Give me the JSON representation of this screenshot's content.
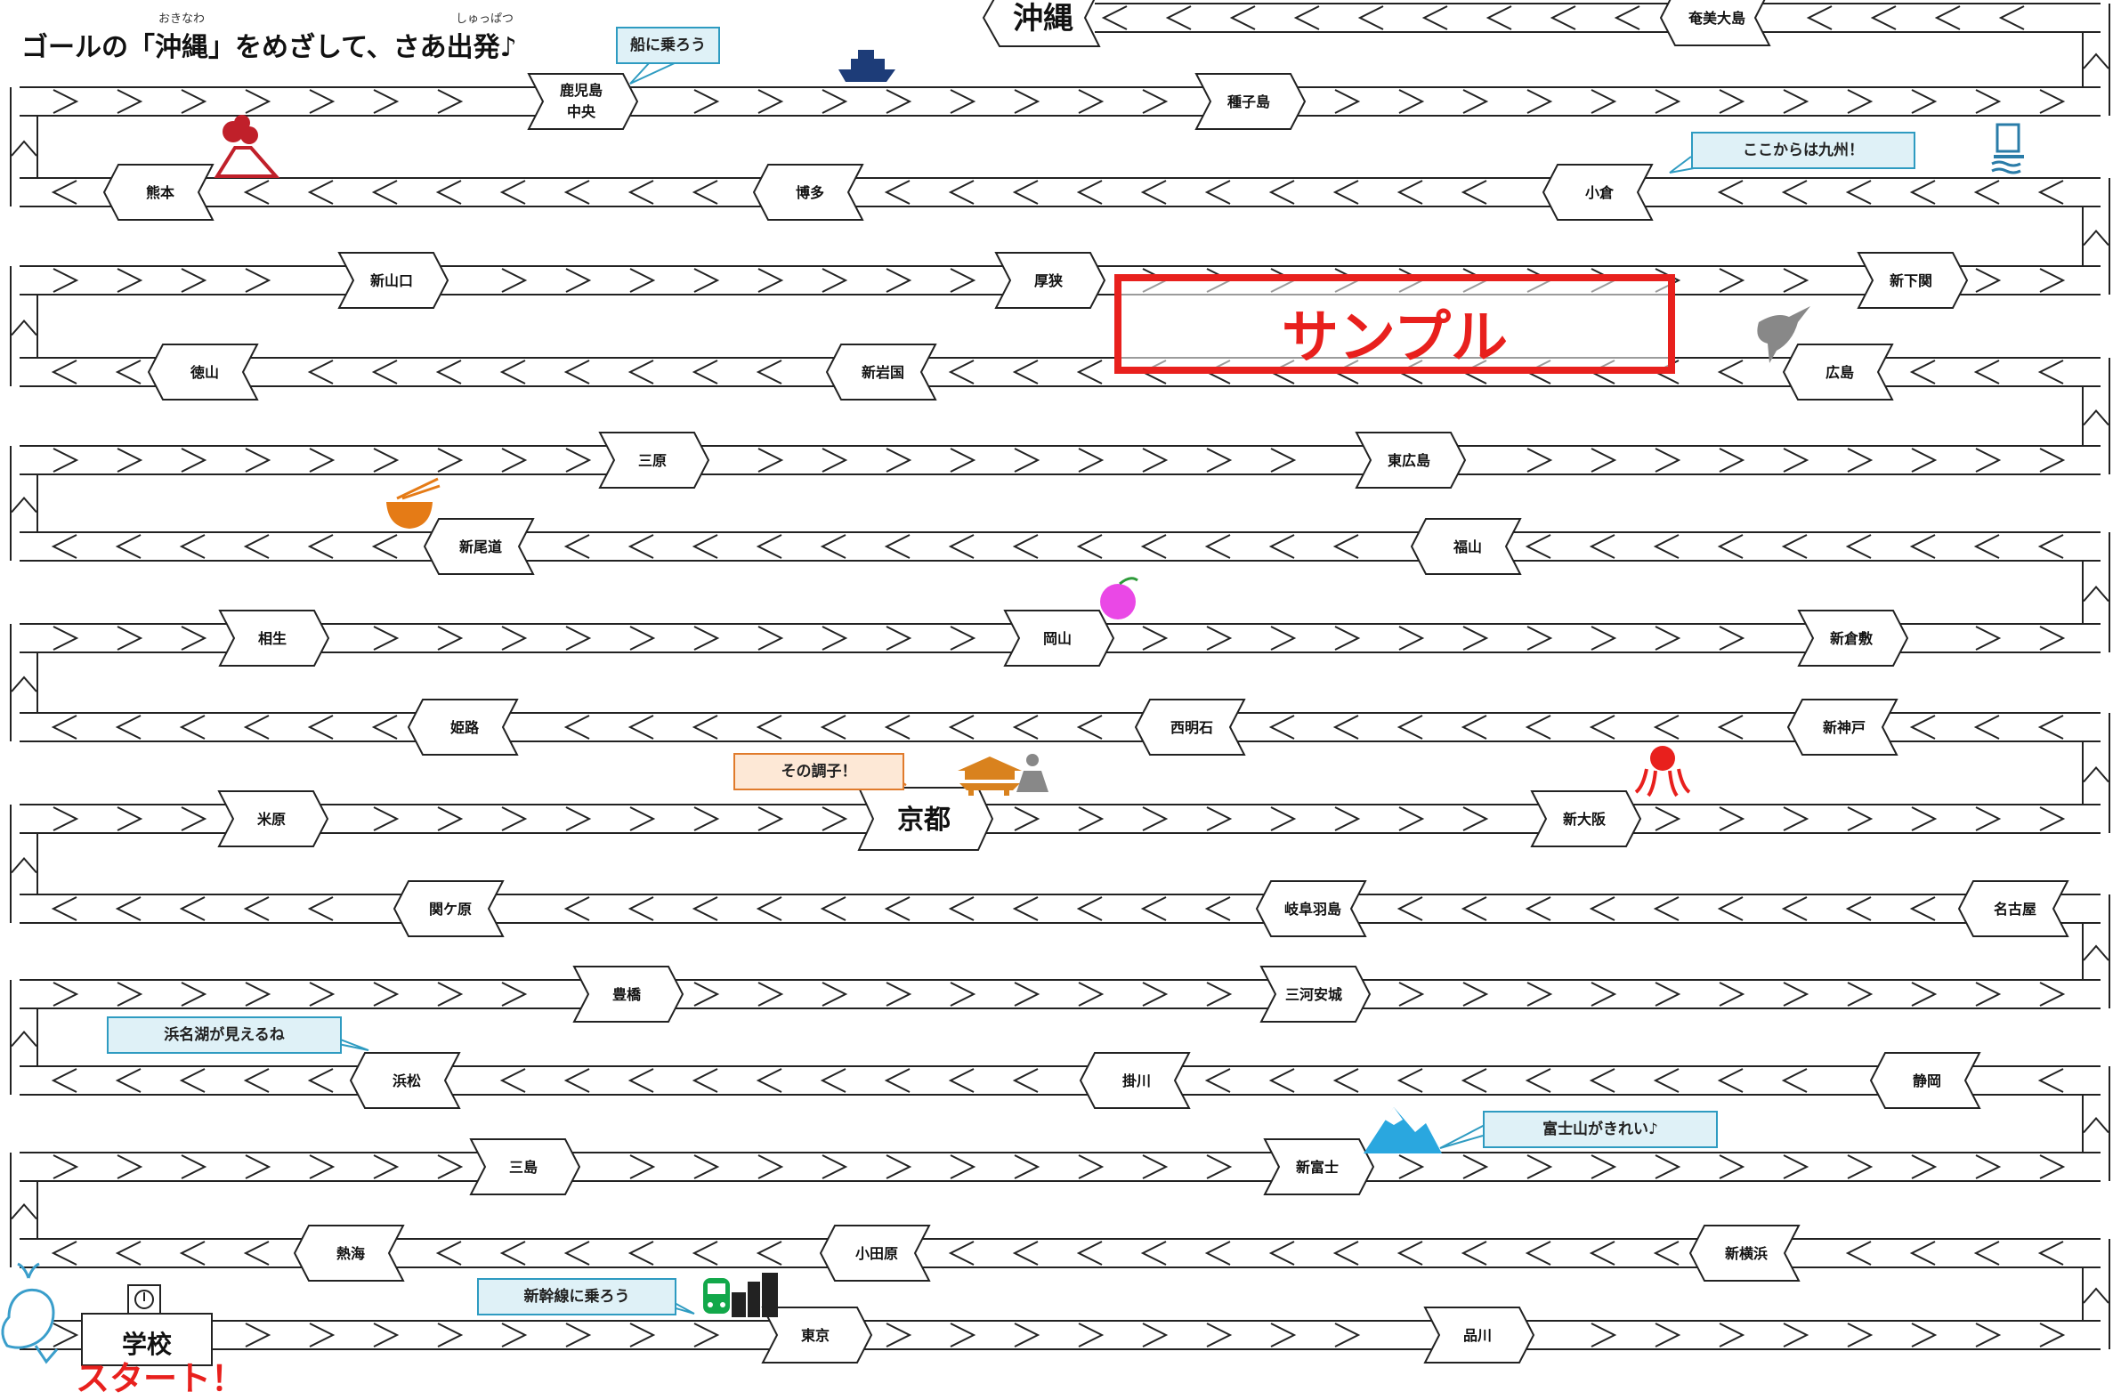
{
  "heading": {
    "text": "ゴールの「沖縄」をめざして、さあ出発♪",
    "ruby_okinawa": "おきなわ",
    "ruby_shuppatsu": "しゅっぱつ"
  },
  "goal_label": "沖縄",
  "start": {
    "school_label": "学校",
    "start_label": "スタート！"
  },
  "watermark": "サンプル",
  "colors": {
    "line": "#222222",
    "accent_red": "#e8201d",
    "bubble_blue": "#2e9bc1",
    "bubble_orange": "#e07b2c"
  },
  "rows": [
    {
      "direction": "right",
      "stations": [
        {
          "name": "東京",
          "size": "normal"
        },
        {
          "name": "品川",
          "size": "normal"
        }
      ]
    },
    {
      "direction": "left",
      "stations": [
        {
          "name": "熱海",
          "size": "normal"
        },
        {
          "name": "小田原",
          "size": "normal"
        },
        {
          "name": "新横浜",
          "size": "normal"
        }
      ]
    },
    {
      "direction": "right",
      "stations": [
        {
          "name": "三島",
          "size": "normal"
        },
        {
          "name": "新富士",
          "size": "normal"
        }
      ]
    },
    {
      "direction": "left",
      "stations": [
        {
          "name": "浜松",
          "size": "normal"
        },
        {
          "name": "掛川",
          "size": "normal"
        },
        {
          "name": "静岡",
          "size": "normal"
        }
      ]
    },
    {
      "direction": "right",
      "stations": [
        {
          "name": "豊橋",
          "size": "normal"
        },
        {
          "name": "三河安城",
          "size": "normal"
        }
      ]
    },
    {
      "direction": "left",
      "stations": [
        {
          "name": "関ケ原",
          "size": "normal"
        },
        {
          "name": "岐阜羽島",
          "size": "normal"
        },
        {
          "name": "名古屋",
          "size": "normal"
        }
      ]
    },
    {
      "direction": "right",
      "stations": [
        {
          "name": "米原",
          "size": "normal"
        },
        {
          "name": "京都",
          "size": "big"
        },
        {
          "name": "新大阪",
          "size": "normal"
        }
      ]
    },
    {
      "direction": "left",
      "stations": [
        {
          "name": "姫路",
          "size": "normal"
        },
        {
          "name": "西明石",
          "size": "normal"
        },
        {
          "name": "新神戸",
          "size": "normal"
        }
      ]
    },
    {
      "direction": "right",
      "stations": [
        {
          "name": "相生",
          "size": "normal"
        },
        {
          "name": "岡山",
          "size": "normal"
        },
        {
          "name": "新倉敷",
          "size": "normal"
        }
      ]
    },
    {
      "direction": "left",
      "stations": [
        {
          "name": "新尾道",
          "size": "normal"
        },
        {
          "name": "福山",
          "size": "normal"
        }
      ]
    },
    {
      "direction": "right",
      "stations": [
        {
          "name": "三原",
          "size": "normal"
        },
        {
          "name": "東広島",
          "size": "normal"
        }
      ]
    },
    {
      "direction": "left",
      "stations": [
        {
          "name": "徳山",
          "size": "normal"
        },
        {
          "name": "新岩国",
          "size": "normal"
        },
        {
          "name": "広島",
          "size": "normal"
        }
      ]
    },
    {
      "direction": "right",
      "stations": [
        {
          "name": "新山口",
          "size": "normal"
        },
        {
          "name": "厚狭",
          "size": "normal"
        },
        {
          "name": "新下関",
          "size": "normal"
        }
      ]
    },
    {
      "direction": "left",
      "stations": [
        {
          "name": "熊本",
          "size": "normal"
        },
        {
          "name": "博多",
          "size": "normal"
        },
        {
          "name": "小倉",
          "size": "normal"
        }
      ]
    },
    {
      "direction": "right",
      "stations": [
        {
          "name": "鹿児島\n中央",
          "size": "normal"
        },
        {
          "name": "種子島",
          "size": "normal"
        }
      ]
    },
    {
      "direction": "left",
      "stations": [
        {
          "name": "奄美大島",
          "size": "normal"
        }
      ]
    }
  ],
  "bubbles": [
    {
      "text": "新幹線に乗ろう",
      "style": "blue"
    },
    {
      "text": "富士山がきれい♪",
      "style": "blue"
    },
    {
      "text": "浜名湖が見えるね",
      "style": "blue"
    },
    {
      "text": "その調子！",
      "style": "orange"
    },
    {
      "text": "ここからは九州！",
      "style": "blue"
    },
    {
      "text": "船に乗ろう",
      "style": "blue"
    }
  ],
  "icons": [
    {
      "name": "whale-icon"
    },
    {
      "name": "train-icon"
    },
    {
      "name": "buildings-icon"
    },
    {
      "name": "mount-fuji-icon"
    },
    {
      "name": "temple-icon"
    },
    {
      "name": "buddha-icon"
    },
    {
      "name": "octopus-icon"
    },
    {
      "name": "peach-icon"
    },
    {
      "name": "ramen-icon"
    },
    {
      "name": "dove-icon"
    },
    {
      "name": "bridge-icon"
    },
    {
      "name": "volcano-icon"
    },
    {
      "name": "ship-icon"
    }
  ]
}
